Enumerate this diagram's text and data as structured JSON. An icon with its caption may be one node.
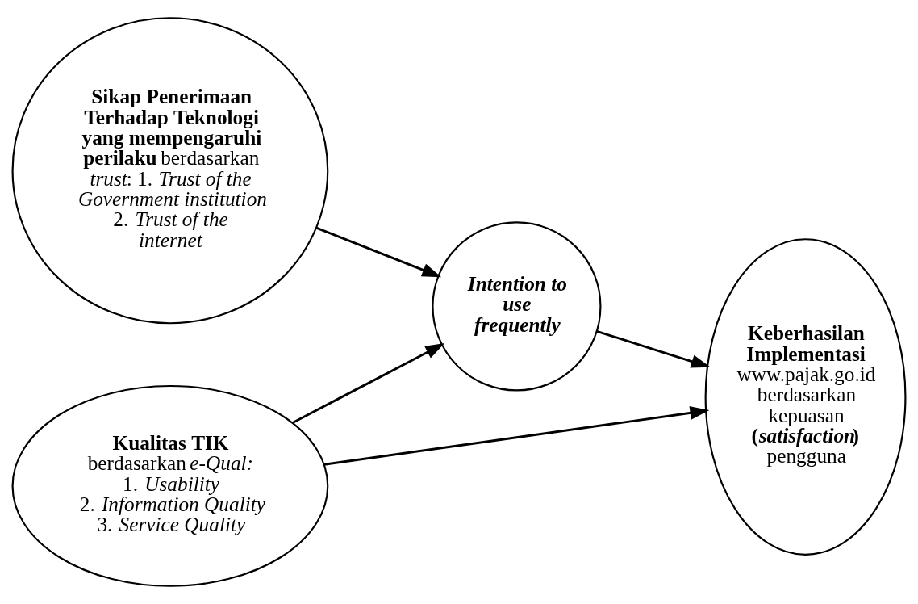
{
  "diagram": {
    "nodes": [
      {
        "text": [
          "Kualitas TIK",
          "berdasarkan *e-Qual:* 1. *Usability* 2. *Information Quality* 3. *Service Quality*"
        ]
      },
      {
        "text": [
          "**Sikap Penerimaan Terhadap Teknologi yang mempengaruhi perilaku** berdasarkan *trust*: 1. *Trust of the Government institution* 2. *Trust of the internet*"
        ]
      },
      {
        "text": [
          "Intention to use frequently"
        ]
      },
      {
        "text": [
          "Keberhasilan Implementasi",
          "www.pajak.go.id berdasarkan kepuasan **(*satisfaction*)** pengguna"
        ]
      }
    ],
    "edges": [
      {
        "from": 0,
        "to": 2,
        "arrow": "to"
      },
      {
        "from": 0,
        "to": 3,
        "arrow": "to"
      },
      {
        "from": 2,
        "to": 3,
        "arrow": "to"
      },
      {
        "from": 1,
        "to": 2,
        "arrow": "to"
      }
    ]
  }
}
